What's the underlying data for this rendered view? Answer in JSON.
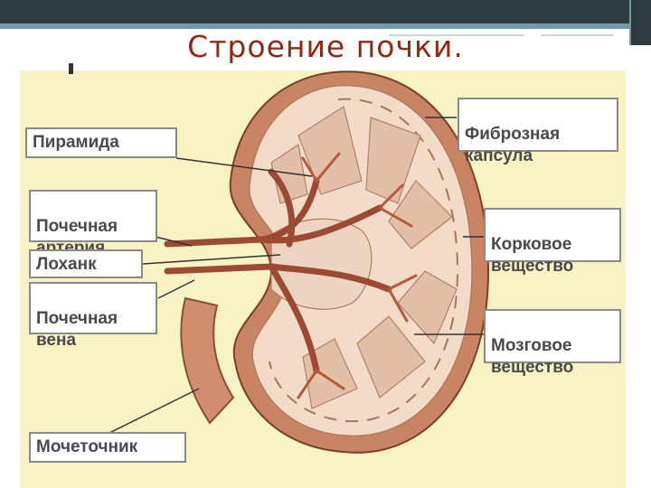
{
  "slide": {
    "title": "Строение почки."
  },
  "labels": {
    "pyramid": "Пирамида",
    "renal_artery": "Почечная\nартерия",
    "pelvis": "Лоханк",
    "renal_vein": "Почечная\nвена",
    "ureter": "Мочеточник",
    "fibrous_capsule": "Фиброзная\nкапсула",
    "cortex": "Корковое\nвещество",
    "medulla": "Мозговое\nвещество"
  },
  "colors": {
    "background_panel": "#f8f3c5",
    "title": "#8e2a18",
    "kidney_outer": "#c98563",
    "kidney_cortex": "#f2dcc8",
    "pyramid": "#e3bfa6",
    "vessel": "#9c4a34"
  }
}
